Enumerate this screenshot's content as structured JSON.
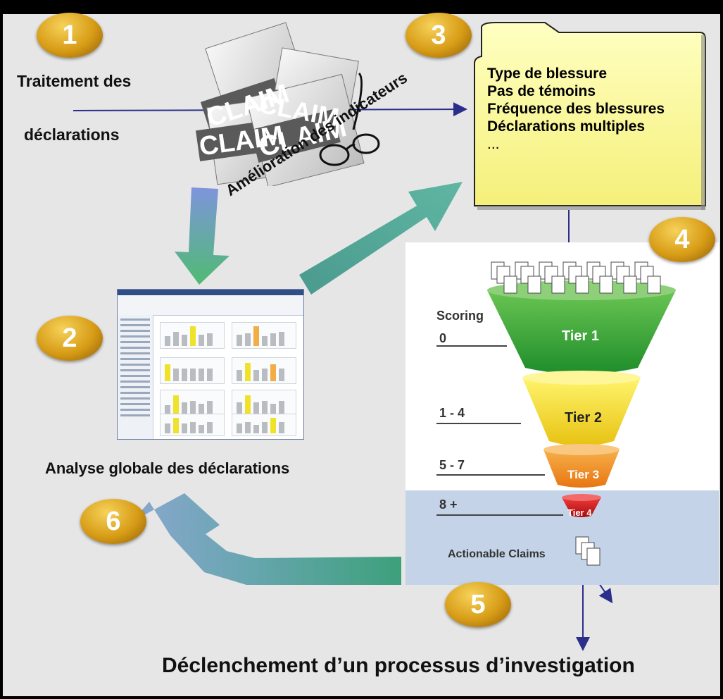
{
  "badges": [
    "1",
    "2",
    "3",
    "4",
    "5",
    "6"
  ],
  "claims_icon": {
    "stamp": "CLAIM",
    "icon": "claim-documents-with-glasses-icon"
  },
  "step1": {
    "line1": "Traitement des",
    "line2": "déclarations"
  },
  "step2": {
    "label": "Analyse globale des déclarations",
    "icon": "analytics-dashboard-screenshot"
  },
  "arrow_label": "Amélioration des indicateurs",
  "indicators": [
    "Type de blessure",
    "Pas de témoins",
    "Fréquence des blessures",
    "Déclarations multiples",
    "..."
  ],
  "funnel": {
    "scoring_title": "Scoring",
    "scores": [
      "0",
      "1 - 4",
      "5 - 7",
      "8 +"
    ],
    "tiers": [
      "Tier 1",
      "Tier 2",
      "Tier 3",
      "Tier 4"
    ],
    "actionable": "Actionable Claims"
  },
  "bottom": "Déclenchement d’un processus d’investigation",
  "colors": {
    "tier1": "#2fa232",
    "tier2": "#f1d51b",
    "tier3": "#ef8b1f",
    "tier4": "#cc1418",
    "band": "#c4d3e8",
    "teal_arrow": "#55a99a",
    "badge": "#d79c16"
  }
}
